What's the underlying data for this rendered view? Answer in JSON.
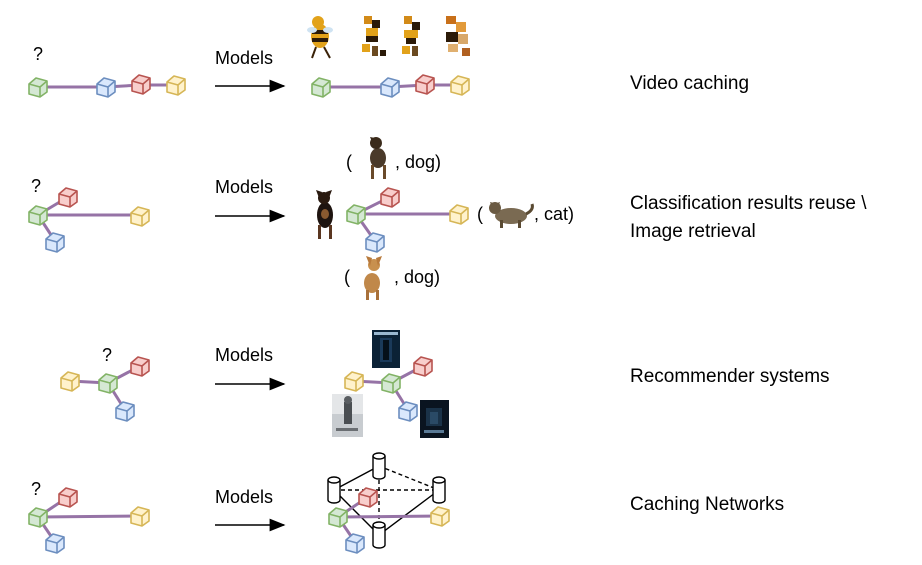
{
  "rows": [
    {
      "question": "?",
      "models": "Models",
      "app": "Video caching"
    },
    {
      "question": "?",
      "models": "Models",
      "app_line1": "Classification results reuse \\",
      "app_line2": "Image retrieval",
      "label_top": "(",
      "label_top_class": ", dog)",
      "label_right": "(",
      "label_right_class": ", cat)",
      "label_bottom": "(",
      "label_bottom_class": ", dog)"
    },
    {
      "question": "?",
      "models": "Models",
      "app": "Recommender systems"
    },
    {
      "question": "?",
      "models": "Models",
      "app": "Caching Networks"
    }
  ],
  "colors": {
    "green_fill": "#d5e8d4",
    "green_stroke": "#82b366",
    "blue_fill": "#dae8fc",
    "blue_stroke": "#6c8ebf",
    "red_fill": "#f8cecc",
    "red_stroke": "#b85450",
    "yellow_fill": "#fff2cc",
    "yellow_stroke": "#d6b656",
    "edge": "#9673a6"
  }
}
